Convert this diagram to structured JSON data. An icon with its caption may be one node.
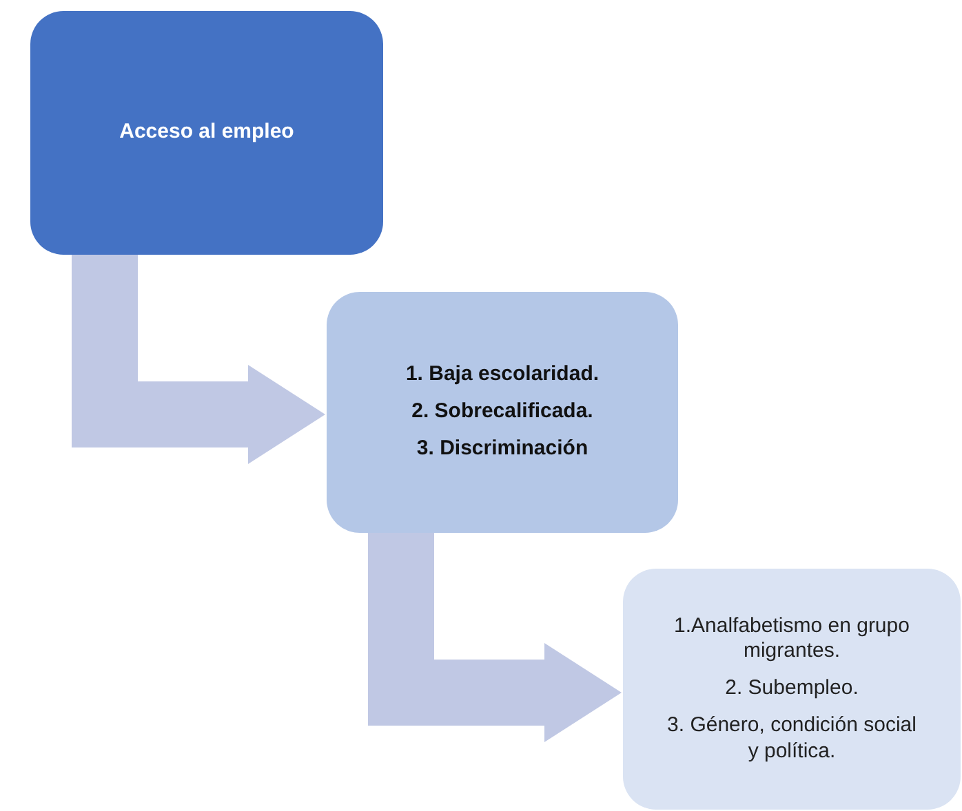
{
  "diagram": {
    "nodes": [
      {
        "text": [
          "Acceso al empleo"
        ]
      },
      {
        "text": [
          "1. Baja escolaridad.",
          "2. Sobrecalificada.",
          "3. Discriminación"
        ]
      },
      {
        "text": [
          "1.Analfabetismo en grupo migrantes.",
          "2. Subempleo.",
          "3. Género, condición social y política."
        ]
      }
    ],
    "edges": [
      {
        "from": 0,
        "to": 1,
        "arrow": "to"
      },
      {
        "from": 1,
        "to": 2,
        "arrow": "to"
      }
    ]
  }
}
